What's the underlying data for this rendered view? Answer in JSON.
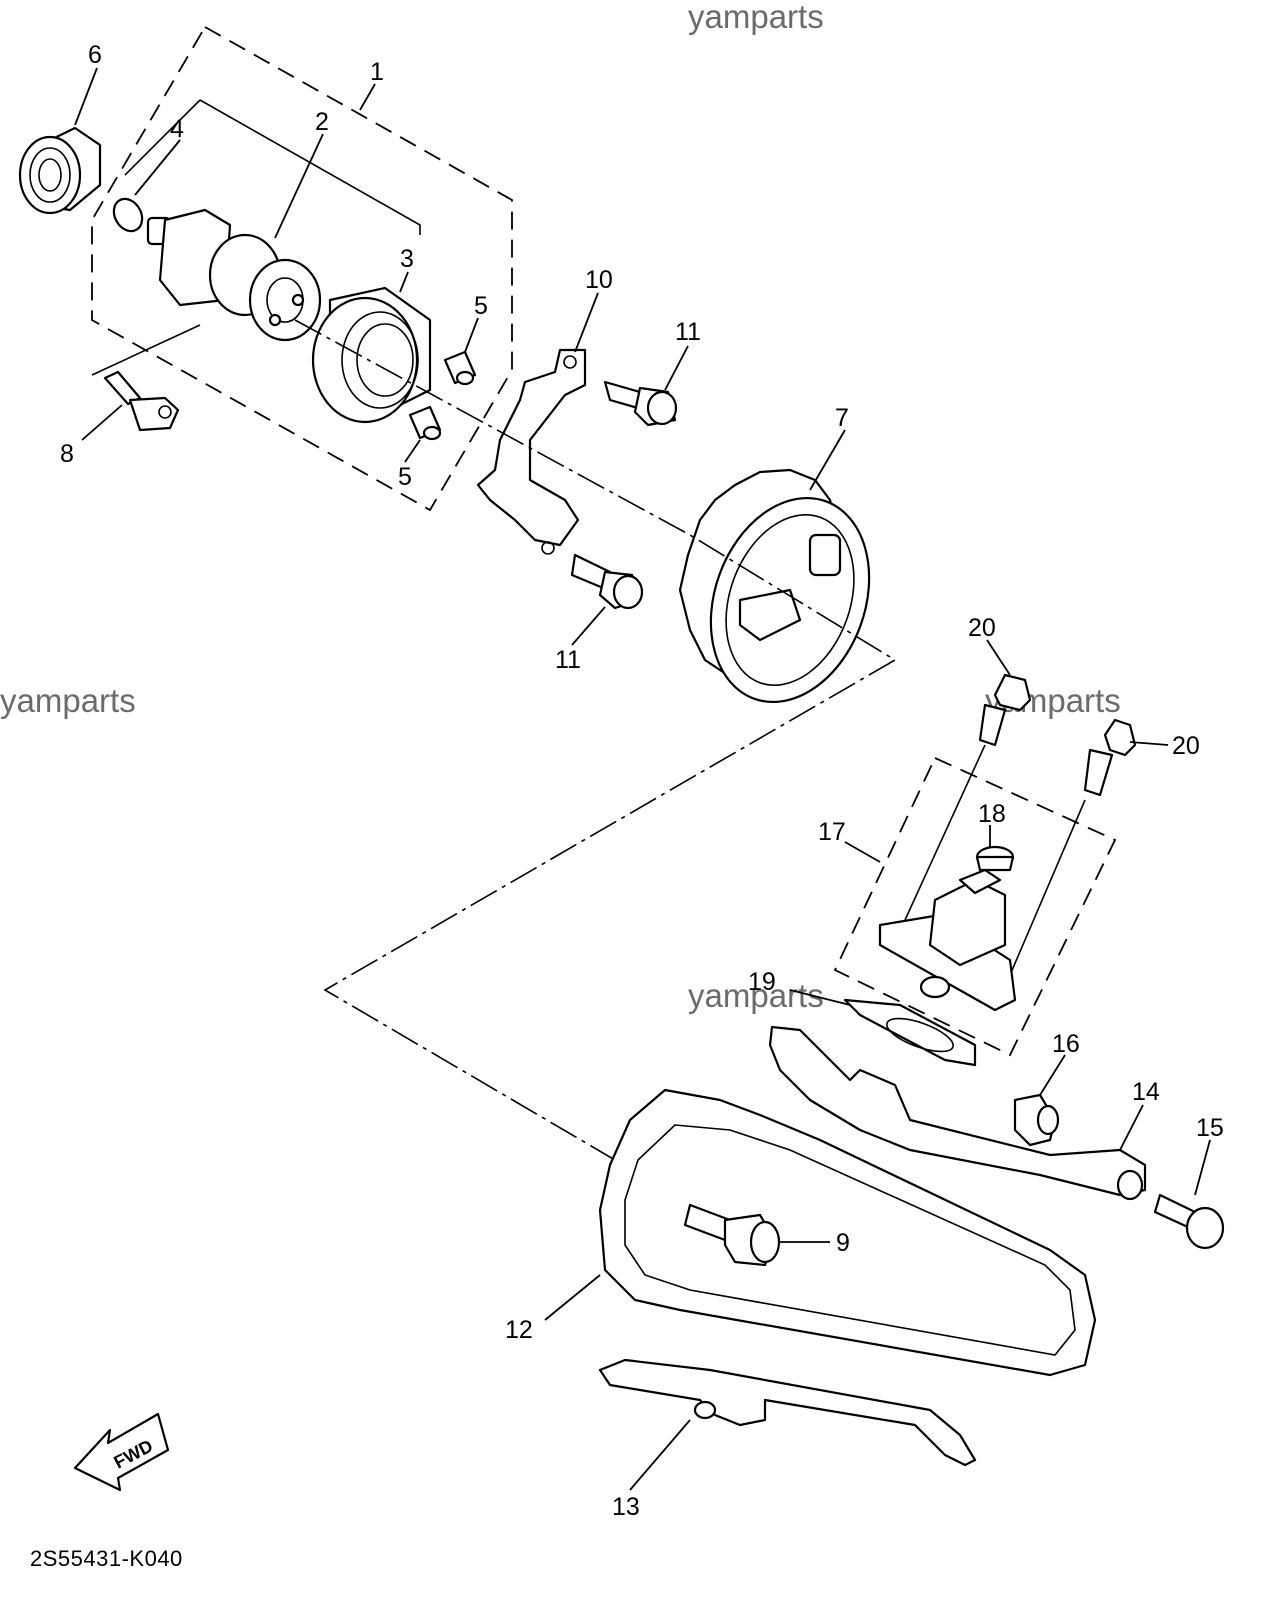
{
  "watermarks": [
    "yamparts",
    "yamparts",
    "yamparts",
    "yamparts"
  ],
  "diagram_code": "2S55431-K040",
  "fwd_label": "FWD",
  "callouts": {
    "c1": "1",
    "c2": "2",
    "c3": "3",
    "c4": "4",
    "c5a": "5",
    "c5b": "5",
    "c6": "6",
    "c7": "7",
    "c8": "8",
    "c9": "9",
    "c10": "10",
    "c11a": "11",
    "c11b": "11",
    "c12": "12",
    "c13": "13",
    "c14": "14",
    "c15": "15",
    "c16": "16",
    "c17": "17",
    "c18": "18",
    "c19": "19",
    "c20a": "20",
    "c20b": "20"
  }
}
